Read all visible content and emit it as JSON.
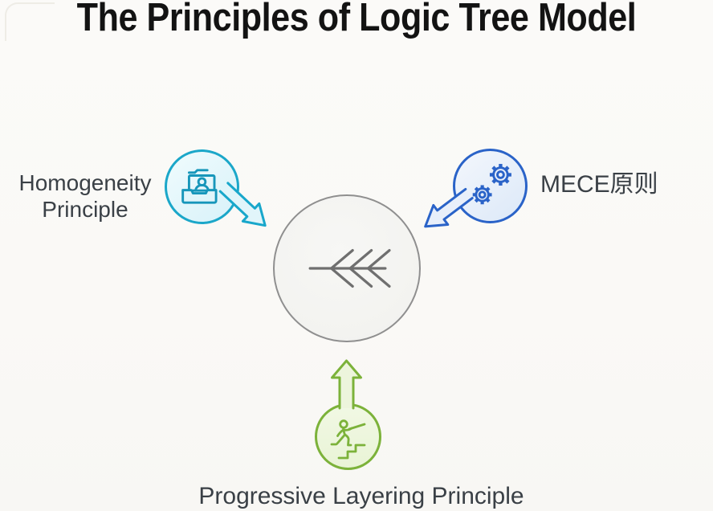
{
  "title": "The Principles of Logic Tree Model",
  "diagram": {
    "center_node": {
      "icon": "fishbone-icon",
      "border_color": "#8f8f8f",
      "fill_color": "#f4f4f1"
    },
    "nodes": [
      {
        "id": "homogeneity",
        "label": "Homogeneity Principle",
        "icon": "archive-user-icon",
        "position": "left",
        "accent_color": "#1ba7c9",
        "fill_color": "#e1f5fa",
        "arrow": "points from node to center (down-right)"
      },
      {
        "id": "mece",
        "label": "MECE原则",
        "icon": "gears-icon",
        "position": "right",
        "accent_color": "#2a63c8",
        "fill_color": "#e8effa",
        "arrow": "points from node to center (down-left)"
      },
      {
        "id": "progressive-layering",
        "label": "Progressive Layering Principle",
        "icon": "person-climbing-stairs-icon",
        "position": "bottom",
        "accent_color": "#7cb23a",
        "fill_color": "#edf5dc",
        "arrow": "points from node to center (up)"
      }
    ]
  },
  "colors": {
    "background": "#faf9f6",
    "title_text": "#131313",
    "label_text": "#3a4046",
    "fishbone_stroke": "#6f6f6f"
  }
}
